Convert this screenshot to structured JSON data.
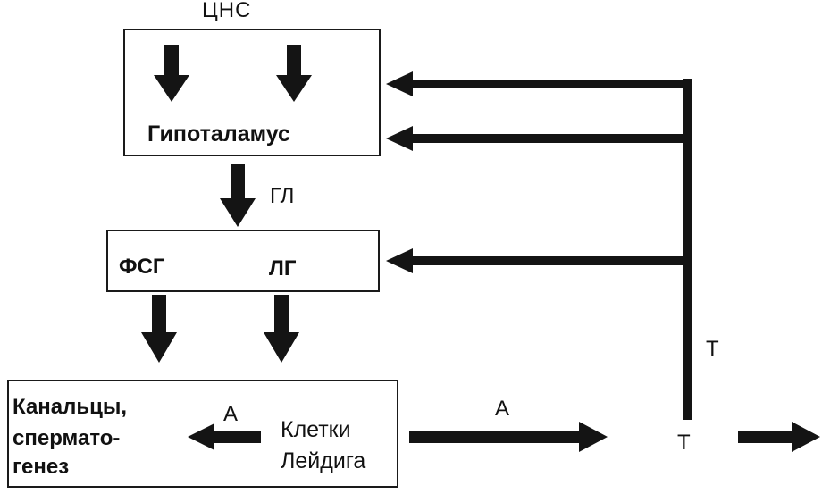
{
  "labels": {
    "cns": "ЦНС",
    "hypothalamus": "Гипоталамус",
    "gl": "ГЛ",
    "fsg": "ФСГ",
    "lg": "ЛГ",
    "tubules_line1": "Канальцы,",
    "tubules_line2": "спермато-",
    "tubules_line3": "генез",
    "leydig_line1": "Клетки",
    "leydig_line2": "Лейдига",
    "a_inner": "А",
    "a_outer": "А",
    "t_vertical": "Т",
    "t_bottom": "Т"
  },
  "colors": {
    "ink": "#111111",
    "arrow": "#141414",
    "background": "#ffffff"
  }
}
